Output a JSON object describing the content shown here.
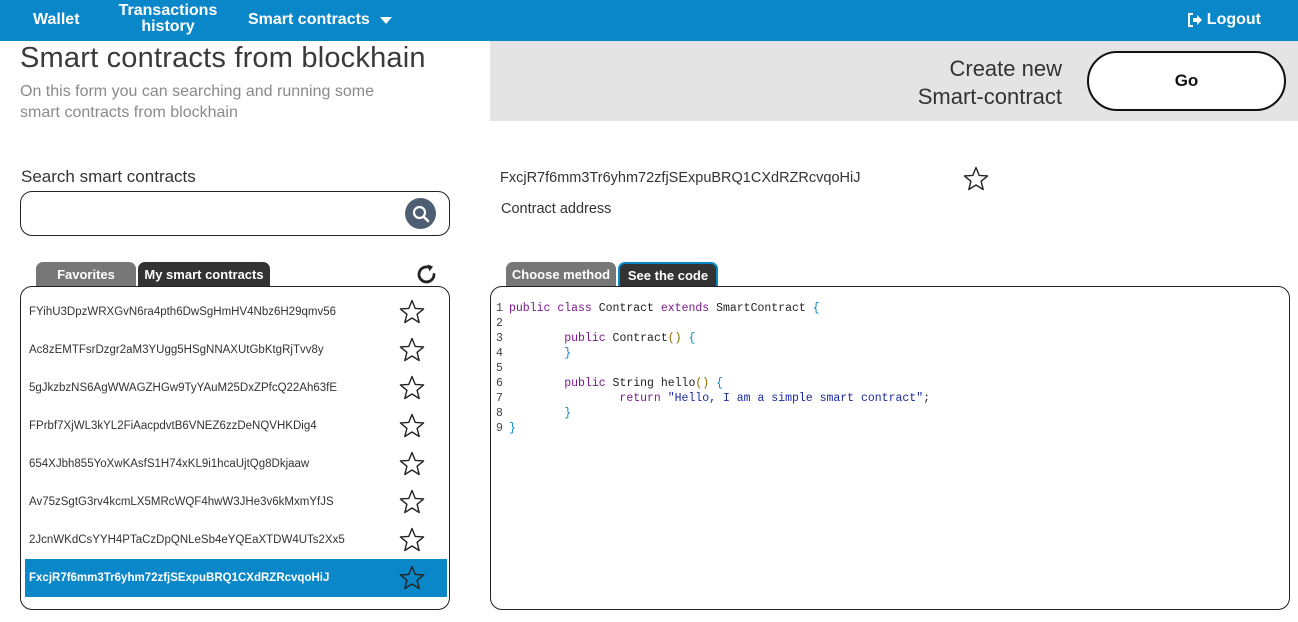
{
  "nav": {
    "wallet": "Wallet",
    "history": "Transactions history",
    "smart_contracts": "Smart contracts",
    "logout": "Logout"
  },
  "header": {
    "title": "Smart contracts from blockhain",
    "subtitle": "On this form you can searching and running some smart contracts from blockhain",
    "create_label_line1": "Create new",
    "create_label_line2": "Smart-contract",
    "go_label": "Go"
  },
  "search": {
    "label": "Search smart contracts",
    "value": "",
    "placeholder": ""
  },
  "list_tabs": {
    "favorites": "Favorites",
    "mine": "My smart contracts"
  },
  "contracts": [
    "FYihU3DpzWRXGvN6ra4pth6DwSgHmHV4Nbz6H29qmv56",
    "Ac8zEMTFsrDzgr2aM3YUgg5HSgNNAXUtGbKtgRjTvv8y",
    "5gJkzbzNS6AgWWAGZHGw9TyYAuM25DxZPfcQ22Ah63fE",
    "FPrbf7XjWL3kYL2FiAacpdvtB6VNEZ6zzDeNQVHKDig4",
    "654XJbh855YoXwKAsfS1H74xKL9i1hcaUjtQg8Dkjaaw",
    "Av75zSgtG3rv4kcmLX5MRcWQF4hwW3JHe3v6kMxmYfJS",
    "2JcnWKdCsYYH4PTaCzDpQNLeSb4eYQEaXTDW4UTs2Xx5",
    "FxcjR7f6mm3Tr6yhm72zfjSExpuBRQ1CXdRZRcvqoHiJ"
  ],
  "selected_index": 7,
  "detail": {
    "address": "FxcjR7f6mm3Tr6yhm72zfjSExpuBRQ1CXdRZRcvqoHiJ",
    "caption": "Contract address"
  },
  "code_tabs": {
    "method": "Choose method",
    "code": "See the code"
  },
  "code": [
    "public class Contract extends SmartContract {",
    "",
    "        public Contract() {",
    "        }",
    "",
    "        public String hello() {",
    "                return \"Hello, I am a simple smart contract\";",
    "        }",
    "}"
  ],
  "colors": {
    "accent": "#0a87c9",
    "tab_dark": "#333333",
    "tab_grey": "#777777",
    "panel_grey": "#e4e4e4",
    "search_button": "#4e5f74"
  },
  "icons": {
    "search": "search-icon",
    "refresh": "refresh-icon",
    "star": "star-outline-icon",
    "logout": "logout-icon",
    "dropdown": "chevron-down-icon"
  }
}
